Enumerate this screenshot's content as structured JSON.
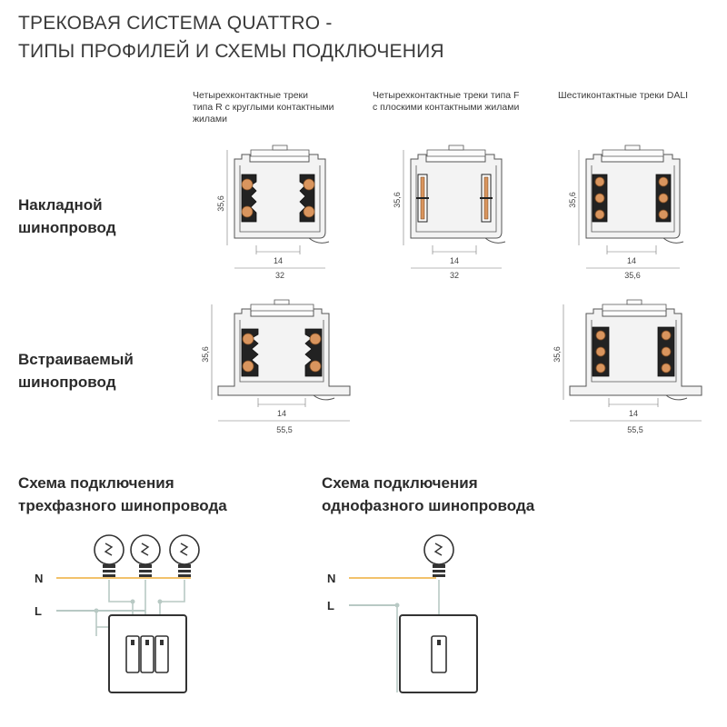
{
  "title": {
    "line1": "ТРЕКОВАЯ СИСТЕМА QUATTRO -",
    "line2": "ТИПЫ ПРОФИЛЕЙ И СХЕМЫ ПОДКЛЮЧЕНИЯ"
  },
  "columns": [
    {
      "lines": [
        "Четырехконтактные треки",
        "типа R с круглыми контактными",
        "жилами"
      ]
    },
    {
      "lines": [
        "Четырехконтактные треки  типа F",
        "с плоскими контактными жилами"
      ]
    },
    {
      "lines": [
        "Шестиконтактные треки DALI"
      ]
    }
  ],
  "rows": {
    "surface": {
      "line1": "Накладной",
      "line2": "шинопровод"
    },
    "recessed": {
      "line1": "Встраиваемый",
      "line2": "шинопровод"
    }
  },
  "dimensions": {
    "surface_r": {
      "height": "35,6",
      "inner": "14",
      "width": "32"
    },
    "surface_f": {
      "height": "35,6",
      "inner": "14",
      "width": "32"
    },
    "surface_dali": {
      "height": "35,6",
      "inner": "14",
      "width": "35,6"
    },
    "recessed_r": {
      "height": "35,6",
      "inner": "14",
      "width": "55,5"
    },
    "recessed_dali": {
      "height": "35,6",
      "inner": "14",
      "width": "55,5"
    }
  },
  "schemes": {
    "three_phase": {
      "line1": "Схема подключения",
      "line2": "трехфазного шинопровода"
    },
    "single_phase": {
      "line1": "Схема подключения",
      "line2": "однофазного шинопровода"
    }
  },
  "wires": {
    "neutral": "N",
    "live": "L"
  },
  "colors": {
    "copper": "#d9955e",
    "profile_stroke": "#555555",
    "neutral_wire": "#f2c26b",
    "live_wire": "#b8c9c4",
    "text": "#2b2b2b"
  }
}
